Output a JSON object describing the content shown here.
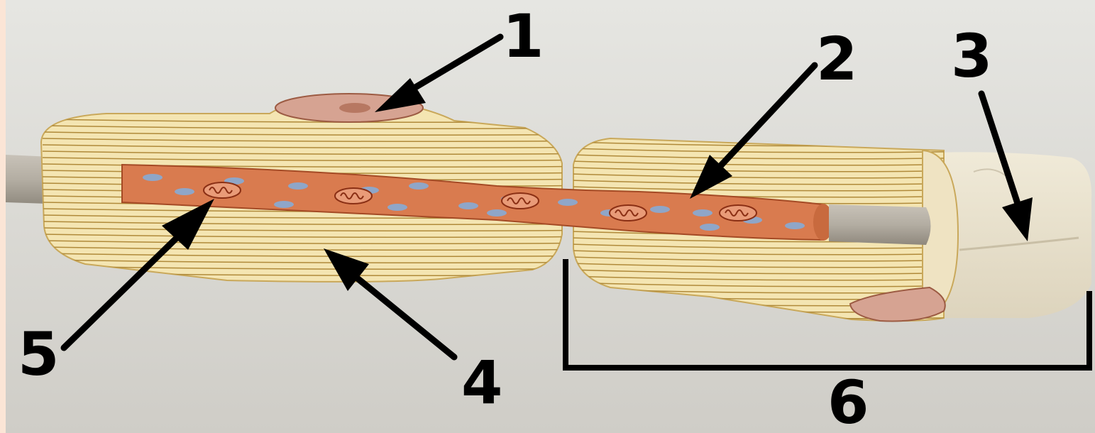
{
  "diagram": {
    "labels": [
      {
        "id": "1",
        "text": "1"
      },
      {
        "id": "2",
        "text": "2"
      },
      {
        "id": "3",
        "text": "3"
      },
      {
        "id": "4",
        "text": "4"
      },
      {
        "id": "5",
        "text": "5"
      },
      {
        "id": "6",
        "text": "6"
      }
    ]
  },
  "colors": {
    "background": "#fbe5d6",
    "photo_bg": "#dcdad5",
    "myelin": "#f4e5b2",
    "axon": "#d97b4f",
    "organelle": "#8fa6c8",
    "annotation": "#000000"
  }
}
